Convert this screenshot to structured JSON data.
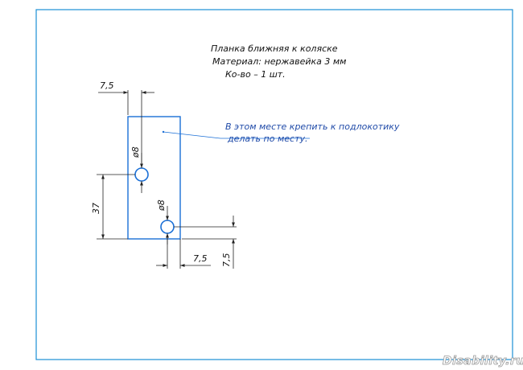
{
  "drawing": {
    "notes": [
      "Планка ближняя к коляске",
      "Материал: нержавейка 3 мм",
      "Ко-во – 1 шт."
    ],
    "callout": {
      "line1": "В этом месте крепить к подлокотику",
      "line2": "делать по месту."
    },
    "dimensions": {
      "top_offset": "7,5",
      "hole1_diameter": "ø8",
      "hole2_diameter": "ø8",
      "hole_spacing": "37",
      "bottom_offset_horizontal": "7,5",
      "bottom_offset_vertical": "7,5"
    },
    "colors": {
      "frame": "#1a8fd6",
      "part": "#1a6fd6",
      "lines": "#222222"
    }
  },
  "watermark": "Disability.ru"
}
